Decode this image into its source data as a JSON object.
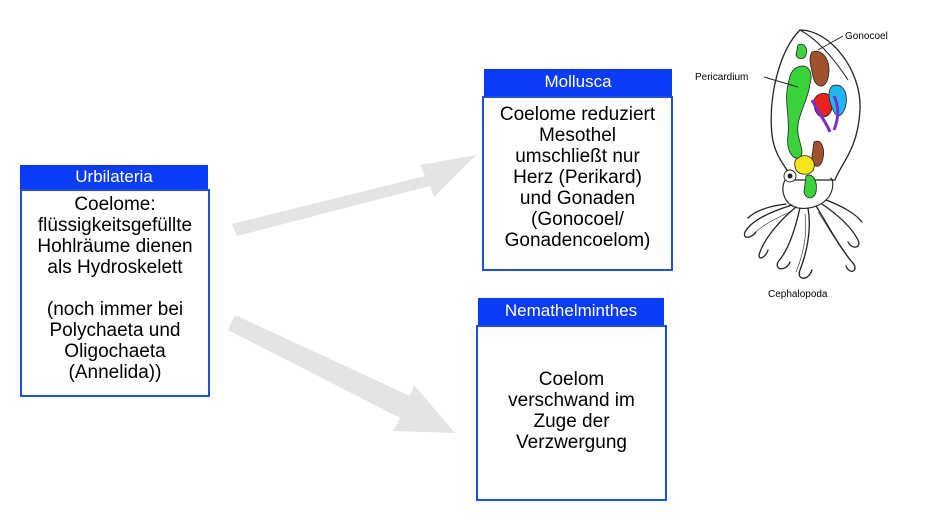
{
  "urbilateria": {
    "title": "Urbilateria",
    "lines": [
      "Coelome:",
      "flüssigkeitsgefüllte",
      "Hohlräume dienen",
      "als Hydroskelett"
    ],
    "lines2": [
      "(noch immer bei",
      "Polychaeta und",
      "Oligochaeta",
      "(Annelida))"
    ]
  },
  "mollusca": {
    "title": "Mollusca",
    "lines": [
      "Coelome reduziert",
      "Mesothel",
      "umschließt nur",
      "Herz (Perikard)",
      "und Gonaden",
      "(Gonocoel/",
      "Gonadencoelom)"
    ]
  },
  "nemathelminthes": {
    "title": "Nemathelminthes",
    "lines": [
      "Coelom",
      "verschwand im",
      "Zuge der",
      "Verzwergung"
    ]
  },
  "illustration": {
    "labels": {
      "gonocoel": "Gonocoel",
      "pericardium": "Pericardium",
      "caption": "Cephalopoda"
    },
    "colors": {
      "pericardium": "#3cd23c",
      "gonocoel": "#a0522d",
      "heart": "#e8231d",
      "blood": "#7a2fd0",
      "gills": "#1fb8f0",
      "gland": "#f5e51a"
    }
  },
  "colors": {
    "header_bg": "#0a3cf5",
    "border": "#1f4fd6",
    "arrow": "#e4e4e4"
  }
}
